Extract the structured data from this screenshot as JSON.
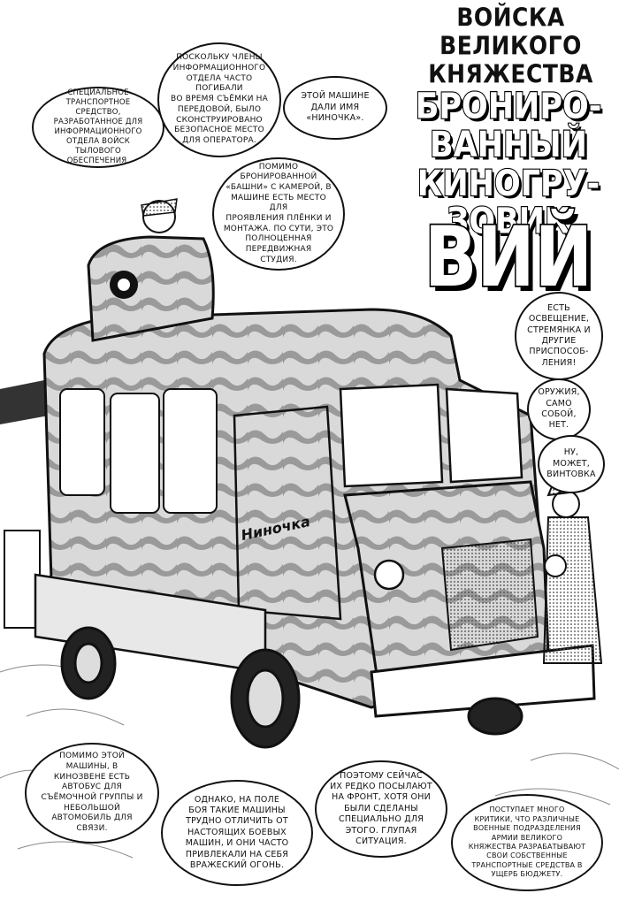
{
  "title": {
    "line1": "ВОЙСКА\nВЕЛИКОГО\nКНЯЖЕСТВА",
    "line2": "БРОНИРО-\nВАННЫЙ\nКИНОГРУ-\nЗОВИК",
    "name": "ВИЙ"
  },
  "vehicle_label": "Ниночка",
  "bubbles": {
    "b1": "СПЕЦИАЛЬНОЕ\nТРАНСПОРТНОЕ СРЕДСТВО,\nРАЗРАБОТАННОЕ ДЛЯ\nИНФОРМАЦИОННОГО\nОТДЕЛА ВОЙСК ТЫЛОВОГО\nОБЕСПЕЧЕНИЯ.",
    "b2": "ПОСКОЛЬКУ ЧЛЕНЫ\nИНФОРМАЦИОННОГО\nОТДЕЛА ЧАСТО ПОГИБАЛИ\nВО ВРЕМЯ СЪЁМКИ НА\nПЕРЕДОВОЙ, БЫЛО\nСКОНСТРУИРОВАНО\nБЕЗОПАСНОЕ МЕСТО\nДЛЯ ОПЕРАТОРА.",
    "b3": "ЭТОЙ МАШИНЕ\nДАЛИ ИМЯ\n«НИНОЧКА».",
    "b4": "ПОМИМО\nБРОНИРОВАННОЙ\n«БАШНИ» С КАМЕРОЙ, В\nМАШИНЕ ЕСТЬ МЕСТО ДЛЯ\nПРОЯВЛЕНИЯ ПЛЁНКИ И\nМОНТАЖА. ПО СУТИ, ЭТО\nПОЛНОЦЕННАЯ\nПЕРЕДВИЖНАЯ\nСТУДИЯ.",
    "b5": "ЕСТЬ\nОСВЕЩЕНИЕ,\nСТРЕМЯНКА И\nДРУГИЕ\nПРИСПОСОБ-\nЛЕНИЯ!",
    "b6": "ОРУЖИЯ,\nСАМО\nСОБОЙ,\nНЕТ.",
    "b7": "НУ,\nМОЖЕТ,\nВИНТОВКА",
    "b8": "ПОМИМО ЭТОЙ\nМАШИНЫ, В\nКИНОЗВЕНЕ ЕСТЬ\nАВТОБУС ДЛЯ\nСЪЁМОЧНОЙ ГРУППЫ И\nНЕБОЛЬШОЙ\nАВТОМОБИЛЬ ДЛЯ\nСВЯЗИ.",
    "b9": "ОДНАКО, НА ПОЛЕ\nБОЯ ТАКИЕ МАШИНЫ\nТРУДНО ОТЛИЧИТЬ ОТ\nНАСТОЯЩИХ БОЕВЫХ\nМАШИН, И ОНИ ЧАСТО\nПРИВЛЕКАЛИ НА СЕБЯ\nВРАЖЕСКИЙ ОГОНЬ.",
    "b10": "ПОЭТОМУ СЕЙЧАС\nИХ РЕДКО ПОСЫЛАЮТ\nНА ФРОНТ, ХОТЯ ОНИ\nБЫЛИ СДЕЛАНЫ\nСПЕЦИАЛЬНО ДЛЯ\nЭТОГО. ГЛУПАЯ\nСИТУАЦИЯ.",
    "b11": "ПОСТУПАЕТ МНОГО\nКРИТИКИ, ЧТО РАЗЛИЧНЫЕ\nВОЕННЫЕ ПОДРАЗДЕЛЕНИЯ\nАРМИИ ВЕЛИКОГО\nКНЯЖЕСТВА РАЗРАБАТЫВАЮТ\nСВОИ СОБСТВЕННЫЕ\nТРАНСПОРТНЫЕ СРЕДСТВА В\nУЩЕРБ БЮДЖЕТУ."
  }
}
